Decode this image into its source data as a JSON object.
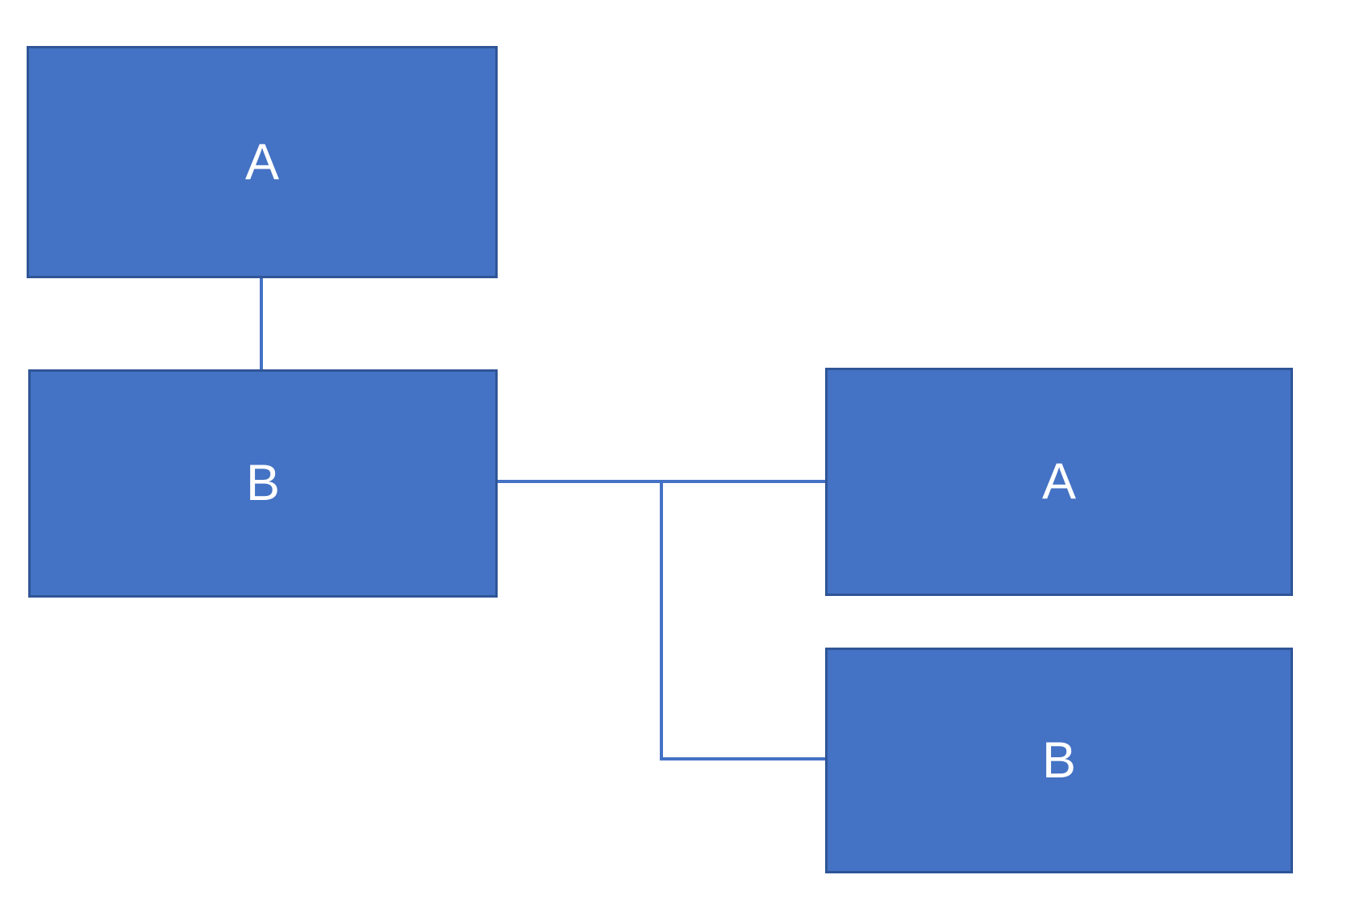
{
  "diagram": {
    "background_color": "#FFFFFF",
    "colors": {
      "node_fill": "#4472C4",
      "node_border": "#2F5597",
      "connector_line": "#4472C4",
      "label_text": "#FFFFFF"
    },
    "nodes": [
      {
        "id": "top-left",
        "label": "A"
      },
      {
        "id": "middle-left",
        "label": "B"
      },
      {
        "id": "right",
        "label": "A"
      },
      {
        "id": "bottom-right",
        "label": "B"
      }
    ],
    "connectors": [
      {
        "id": "v1",
        "from": "top-left bottom center",
        "to": "middle-left top center",
        "shape": "vertical"
      },
      {
        "id": "h1",
        "from": "middle-left right middle",
        "to": "right left middle",
        "shape": "horizontal"
      },
      {
        "id": "v2",
        "from": "midpoint of horizontal connector",
        "to": "elbow",
        "shape": "vertical"
      },
      {
        "id": "h2",
        "from": "elbow",
        "to": "bottom-right left middle",
        "shape": "horizontal"
      }
    ]
  }
}
